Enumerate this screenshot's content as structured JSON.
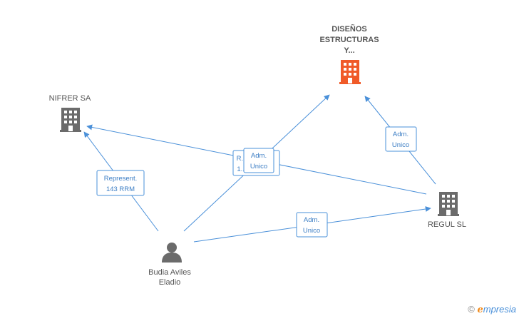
{
  "nodes": {
    "nifrer": {
      "label_lines": [
        "NIFRER SA"
      ],
      "type": "company",
      "color": "#6b6b6b"
    },
    "disenos": {
      "label_lines": [
        "DISEÑOS",
        "ESTRUCTURAS",
        "Y..."
      ],
      "type": "company",
      "color": "#f05a28"
    },
    "regul": {
      "label_lines": [
        "REGUL SL"
      ],
      "type": "company",
      "color": "#6b6b6b"
    },
    "budia": {
      "label_lines": [
        "Budia Aviles",
        "Eladio"
      ],
      "type": "person",
      "color": "#6b6b6b"
    }
  },
  "edges": [
    {
      "id": "budia-nifrer",
      "badge": [
        "Represent.",
        "143 RRM"
      ]
    },
    {
      "id": "budia-disenos",
      "badge": [
        "Adm.",
        "Unico"
      ]
    },
    {
      "id": "regul-nifrer",
      "badge": [
        "R...",
        "1..."
      ]
    },
    {
      "id": "budia-regul",
      "badge": [
        "Adm.",
        "Unico"
      ]
    },
    {
      "id": "regul-disenos",
      "badge": [
        "Adm.",
        "Unico"
      ]
    }
  ],
  "edge_color": "#4a90d9",
  "brand": {
    "copyright": "©",
    "e": "e",
    "name": "mpresia"
  }
}
